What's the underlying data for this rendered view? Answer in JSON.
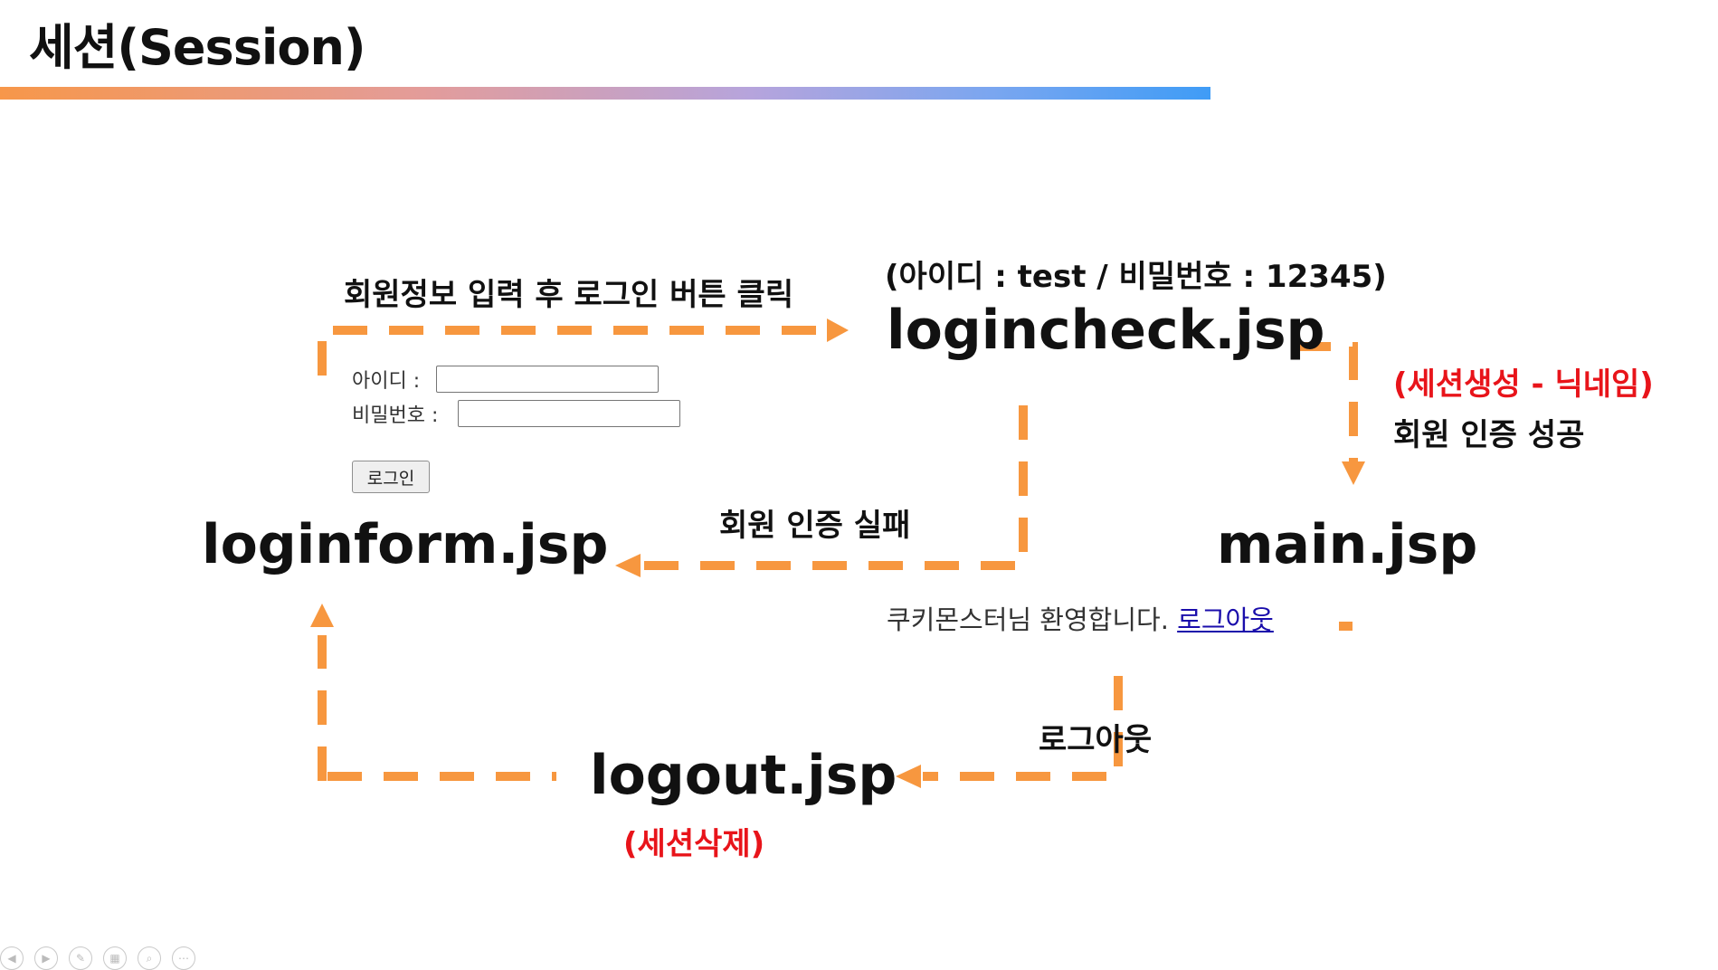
{
  "slide": {
    "title": "세션(Session)"
  },
  "colors": {
    "arrow": "#f7973f",
    "emphasis_red": "#e8141a",
    "link_blue": "#1a0dab"
  },
  "nodes": {
    "logincheck": "logincheck.jsp",
    "loginform": "loginform.jsp",
    "main": "main.jsp",
    "logout": "logout.jsp"
  },
  "annotations": {
    "credentials": "(아이디 : test / 비밀번호 : 12345)",
    "submit_flow": "회원정보 입력 후 로그인 버튼 클릭",
    "session_create": "(세션생성 - 닉네임)",
    "auth_success": "회원 인증 성공",
    "auth_fail": "회원 인증 실패",
    "logout_flow": "로그아웃",
    "session_delete": "(세션삭제)"
  },
  "login_form": {
    "id_label": "아이디 :",
    "password_label": "비밀번호 :",
    "id_value": "",
    "password_value": "",
    "submit_label": "로그인"
  },
  "main_page": {
    "welcome_text": "쿠키몬스터님 환영합니다.",
    "logout_link": "로그아웃"
  },
  "slide_controls": [
    "prev-icon",
    "next-icon",
    "pen-icon",
    "slides-icon",
    "zoom-icon",
    "more-icon"
  ]
}
